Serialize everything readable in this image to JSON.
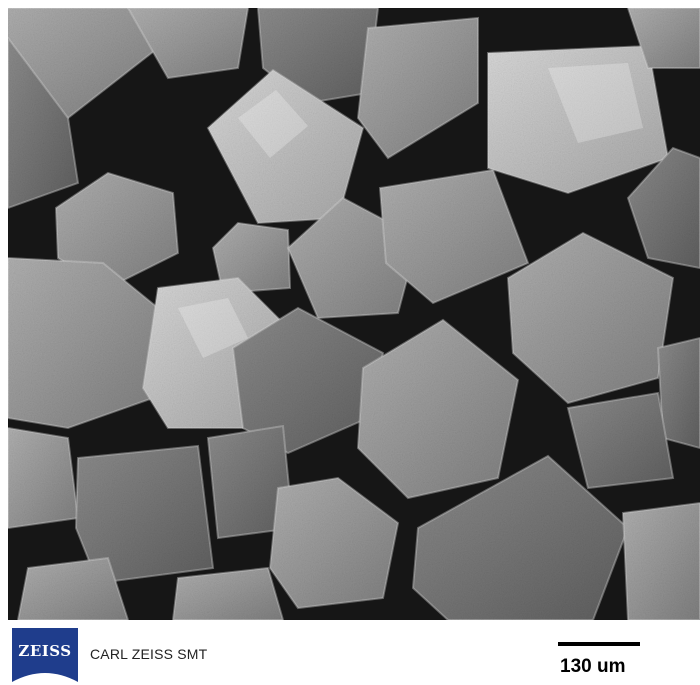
{
  "image": {
    "subject": "salt-crystals-micrograph",
    "background_color": "#1a1a1a",
    "crystal_fill": "#9a9a9a"
  },
  "footer": {
    "logo_text": "ZEISS",
    "logo_color": "#1f3d8c",
    "company_name": "CARL ZEISS SMT",
    "scale_label": "130 um"
  }
}
